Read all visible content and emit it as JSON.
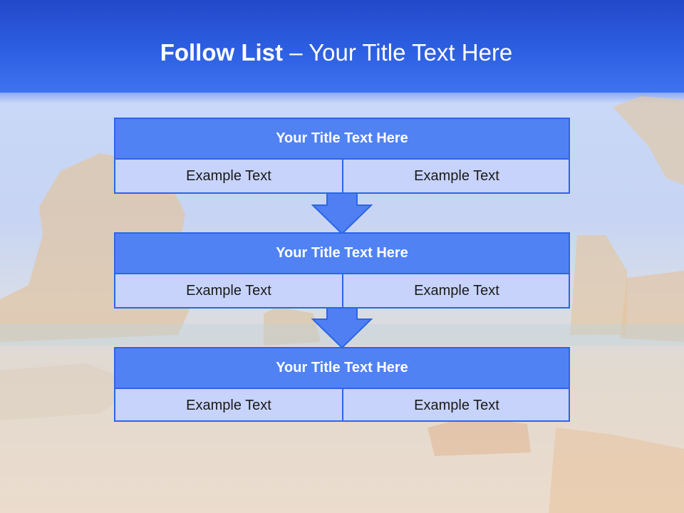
{
  "header": {
    "title_bold": "Follow List",
    "title_rest": "– Your Title Text Here"
  },
  "steps": [
    {
      "title": "Your Title Text Here",
      "left": "Example Text",
      "right": "Example Text"
    },
    {
      "title": "Your Title Text Here",
      "left": "Example Text",
      "right": "Example Text"
    },
    {
      "title": "Your Title Text Here",
      "left": "Example Text",
      "right": "Example Text"
    }
  ],
  "colors": {
    "header": "#2d5fe2",
    "block_title": "#5182f4",
    "block_body": "#c7d3fb",
    "border": "#2b66e6"
  }
}
